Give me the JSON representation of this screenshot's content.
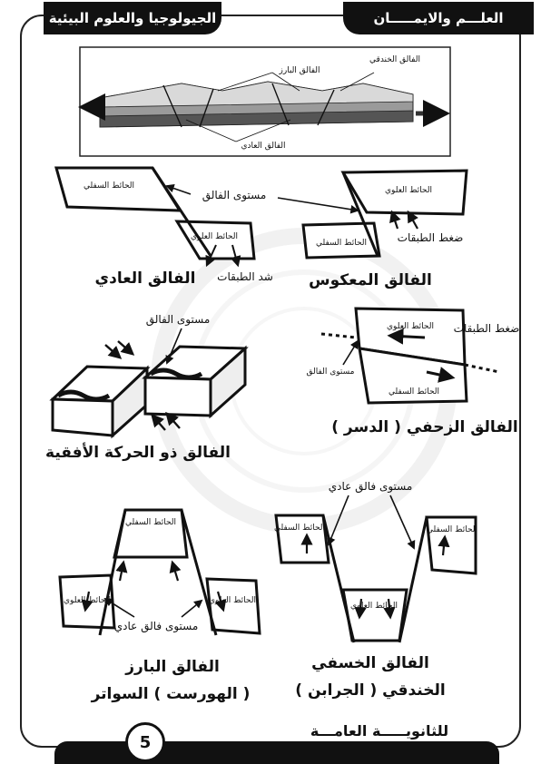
{
  "header": {
    "right_tab": "العلـــم والايمـــــان",
    "left_tab": "الجيولوجيا والعلوم البيئية"
  },
  "footer": {
    "text": "للثانويـــــة العامـــة",
    "page_number": "5"
  },
  "top_figure": {
    "label_trench": "الفالق الخندقي",
    "label_horst": "الفالق البارز",
    "label_normal": "الفالق العادي"
  },
  "normal_fault": {
    "footwall": "الحائط السفلي",
    "hanging_wall": "الحائط العلوي",
    "fault_plane": "مستوى الفالق",
    "tension": "شد الطبقات",
    "title": "الفالق العادي"
  },
  "reverse_fault": {
    "hanging_wall": "الحائط العلوي",
    "footwall": "الحائط السفلي",
    "compression": "ضغط الطبقات",
    "title": "الفالق المعكوس"
  },
  "strike_slip_fault": {
    "fault_plane": "مستوى الفالق",
    "title": "الفالق ذو الحركة الأفقية"
  },
  "thrust_fault": {
    "hanging_wall": "الحائط العلوي",
    "footwall": "الحائط السفلي",
    "compression": "ضغط الطبقات",
    "fault_plane": "مستوى الفالق",
    "title": "الفالق الزحفي ( الدسر )"
  },
  "horst": {
    "footwall": "الحائط السفلي",
    "hanging_wall": "الحائط العلوي",
    "normal_fault_plane": "مستوى فالق عادي",
    "title_line1": "الفالق البارز",
    "title_line2": "( الهورست ) السواتر"
  },
  "graben": {
    "normal_fault_plane": "مستوى فالق عادي",
    "footwall": "الحائط السفلي",
    "hanging_wall": "الحائط العلوي",
    "title_line1": "الفالق الخسفي",
    "title_line2": "الخندقي ( الجرابن )"
  },
  "colors": {
    "ink": "#111111",
    "block_light": "#d9d9d9",
    "block_mid": "#9a9a9a",
    "block_dark": "#555555",
    "watermark": "#ececec"
  }
}
